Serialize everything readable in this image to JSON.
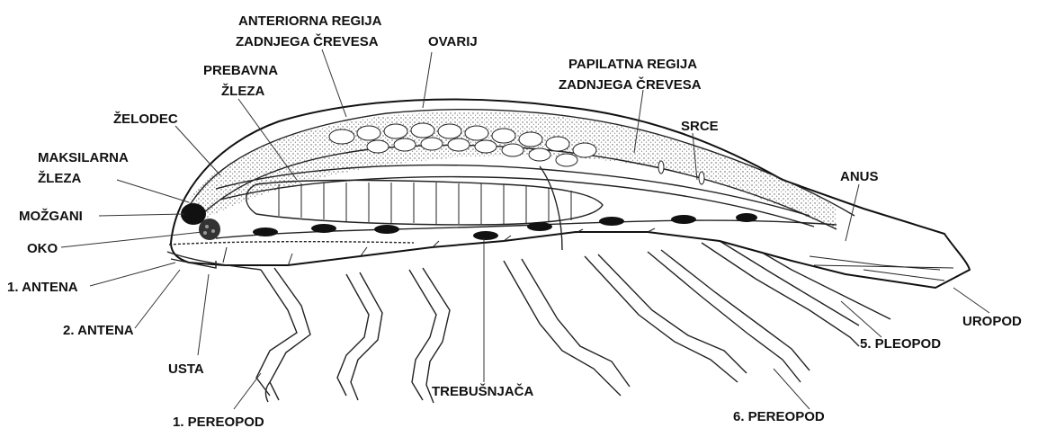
{
  "labels": {
    "anterior_hindgut": [
      "ANTERIORNA REGIJA",
      "ZADNJEGA ČREVESA"
    ],
    "ovary": "OVARIJ",
    "digestive_gland": [
      "PREBAVNA",
      "ŽLEZA"
    ],
    "papillate_hindgut": [
      "PAPILATNA REGIJA",
      "ZADNJEGA ČREVESA"
    ],
    "stomach": "ŽELODEC",
    "heart": "SRCE",
    "maxillary_gland": [
      "MAKSILARNA",
      "ŽLEZA"
    ],
    "anus": "ANUS",
    "brain": "MOŽGANI",
    "eye": "OKO",
    "antenna1": "1. ANTENA",
    "antenna2": "2. ANTENA",
    "mouth": "USTA",
    "pereopod1": "1. PEREOPOD",
    "nerve_cord": "TREBUŠNJAČA",
    "pereopod6": "6. PEREOPOD",
    "pleopod5": "5. PLEOPOD",
    "uropod": "UROPOD"
  }
}
